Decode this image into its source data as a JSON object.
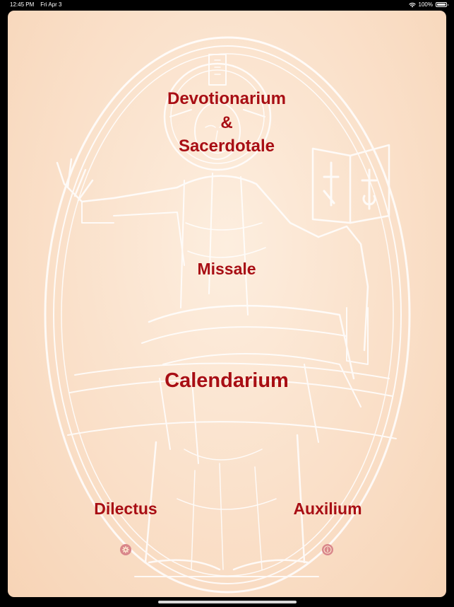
{
  "status_bar": {
    "time": "12:45 PM",
    "date": "Fri Apr 3",
    "battery_text": "100%",
    "battery_level": 1.0
  },
  "menu": {
    "devotionarium_line1": "Devotionarium",
    "devotionarium_line2": "&",
    "devotionarium_line3": "Sacerdotale",
    "missale": "Missale",
    "calendarium": "Calendarium",
    "dilectus": "Dilectus",
    "auxilium": "Auxilium"
  },
  "icons": {
    "settings": "gear-icon",
    "info": "info-icon",
    "wifi": "wifi-icon",
    "battery": "battery-icon"
  },
  "colors": {
    "accent": "#a80e14",
    "icon_bg": "#d9868a",
    "background": "#fbe3cd",
    "watermark": "#ffffff"
  }
}
